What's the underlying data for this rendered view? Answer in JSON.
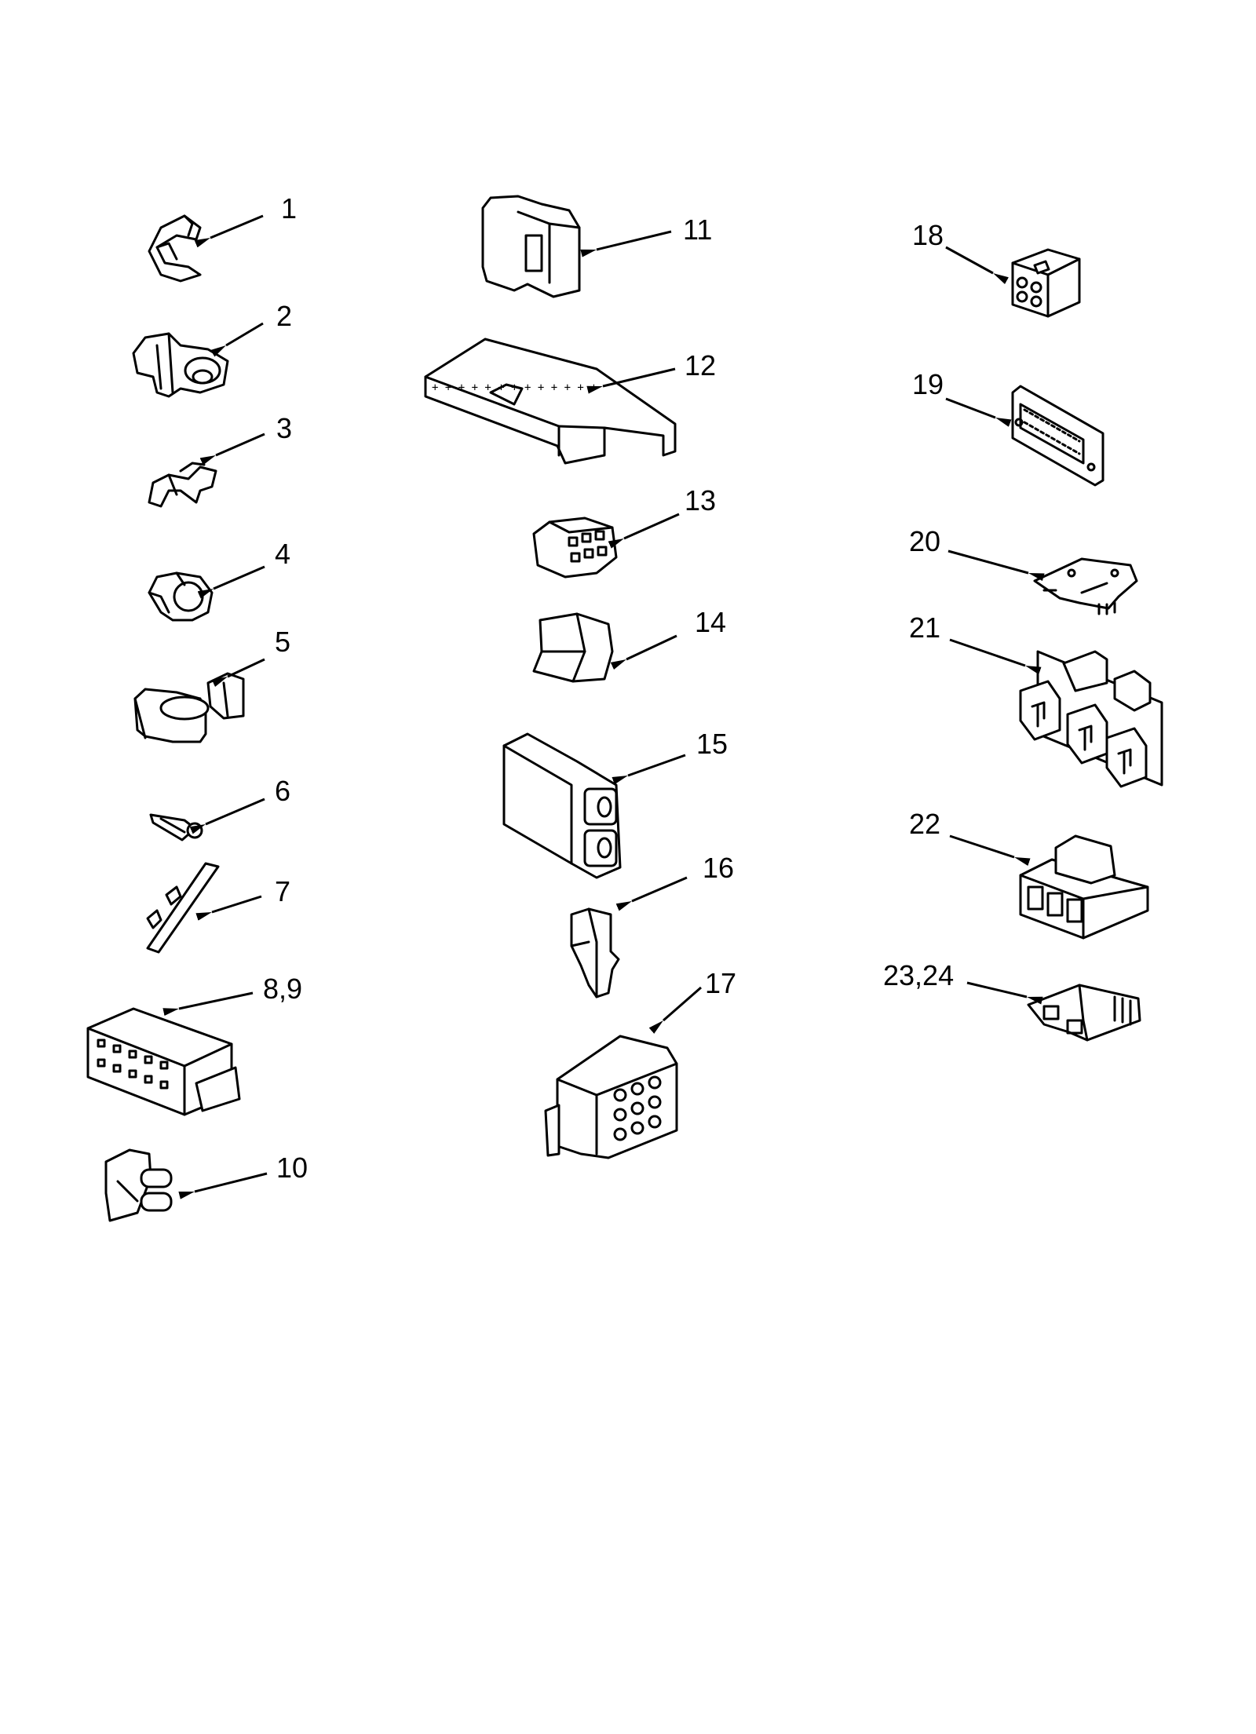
{
  "parts": [
    {
      "id": "p1",
      "label": "1",
      "icon": "wire-clip-icon"
    },
    {
      "id": "p2",
      "label": "2",
      "icon": "cable-clamp-icon"
    },
    {
      "id": "p3",
      "label": "3",
      "icon": "spring-clip-icon"
    },
    {
      "id": "p4",
      "label": "4",
      "icon": "ring-clip-icon"
    },
    {
      "id": "p5",
      "label": "5",
      "icon": "harness-clamp-icon"
    },
    {
      "id": "p6",
      "label": "6",
      "icon": "push-rivet-icon"
    },
    {
      "id": "p7",
      "label": "7",
      "icon": "retainer-bar-icon"
    },
    {
      "id": "p89",
      "label": "8,9",
      "icon": "multi-pin-housing-icon"
    },
    {
      "id": "p10",
      "label": "10",
      "icon": "two-way-connector-icon"
    },
    {
      "id": "p11",
      "label": "11",
      "icon": "plug-housing-icon"
    },
    {
      "id": "p12",
      "label": "12",
      "icon": "terminal-strip-icon"
    },
    {
      "id": "p13",
      "label": "13",
      "icon": "six-way-connector-icon"
    },
    {
      "id": "p14",
      "label": "14",
      "icon": "split-sleeve-icon"
    },
    {
      "id": "p15",
      "label": "15",
      "icon": "dual-socket-connector-icon"
    },
    {
      "id": "p16",
      "label": "16",
      "icon": "latch-clip-icon"
    },
    {
      "id": "p17",
      "label": "17",
      "icon": "twelve-pin-connector-icon"
    },
    {
      "id": "p18",
      "label": "18",
      "icon": "six-pin-block-icon"
    },
    {
      "id": "p19",
      "label": "19",
      "icon": "edge-connector-icon"
    },
    {
      "id": "p20",
      "label": "20",
      "icon": "mounting-plate-icon"
    },
    {
      "id": "p21",
      "label": "21",
      "icon": "relay-board-icon"
    },
    {
      "id": "p22",
      "label": "22",
      "icon": "triple-socket-housing-icon"
    },
    {
      "id": "p2324",
      "label": "23,24",
      "icon": "board-header-icon"
    }
  ]
}
